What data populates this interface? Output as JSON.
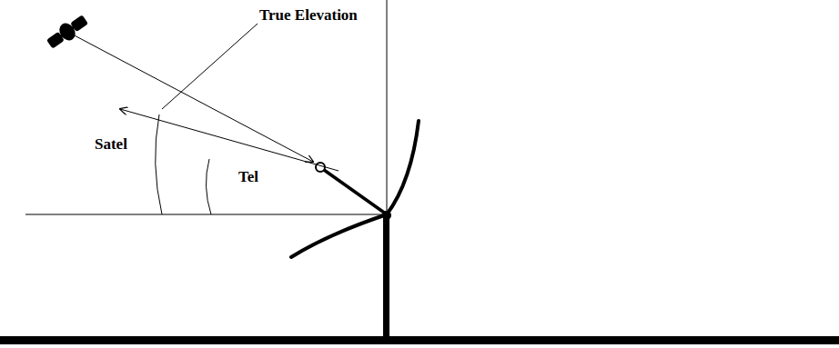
{
  "diagram": {
    "labels": [
      "True Elevation",
      "Satel",
      "Tel"
    ]
  }
}
